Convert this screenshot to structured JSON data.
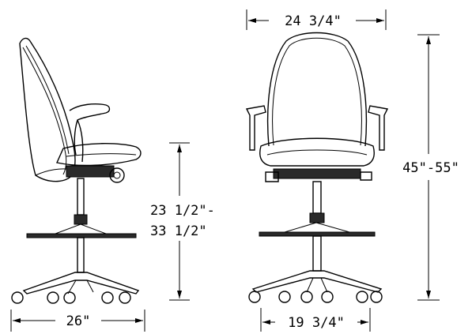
{
  "dimensions": {
    "front_width": "24 3/4\"",
    "overall_height": "45\"-55\"",
    "seat_height_line1": "23 1/2\"-",
    "seat_height_line2": "33 1/2\"",
    "side_depth": "26\"",
    "base_width": "19 3/4\""
  }
}
